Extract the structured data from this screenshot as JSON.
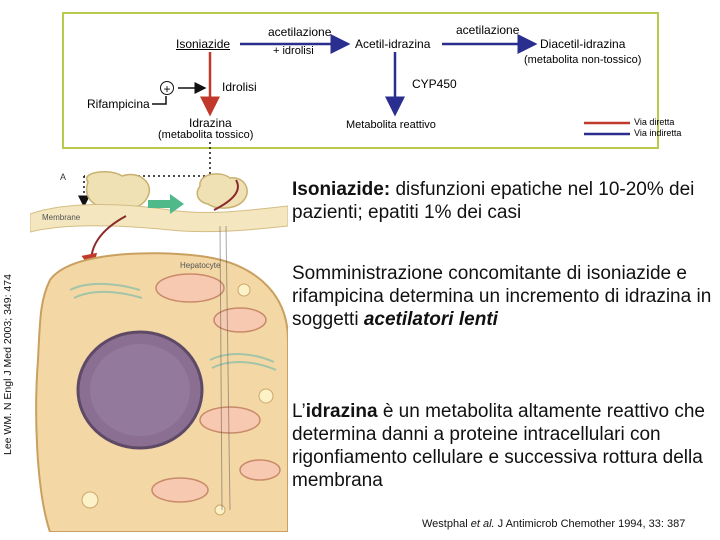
{
  "diagram": {
    "isoniazide": "Isoniazide",
    "acetilazione_1": "acetilazione",
    "idrolisi_top": "+ idrolisi",
    "acetil_idrazina": "Acetil-idrazina",
    "acetilazione_2": "acetilazione",
    "diacetil_idrazina": "Diacetil-idrazina",
    "metabolita_non_tossico": "(metabolita non-tossico)",
    "plus_sign": "+",
    "idrolisi_left": "Idrolisi",
    "cyp450": "CYP450",
    "rifampicina": "Rifampicina",
    "idrazina": "Idrazina",
    "metabolita_tossico": "(metabolita tossico)",
    "metabolita_reattivo": "Metabolita reattivo",
    "legend": {
      "via_diretta": "Via diretta",
      "via_indiretta": "Via indiretta",
      "via_diretta_color": "#c0392b",
      "via_indiretta_color": "#2a2f8f"
    }
  },
  "illustration": {
    "label_a": "A",
    "label_membrane": "Membrane",
    "label_hepatocyte": "Hepatocyte",
    "membrane_color": "#e9d9a8",
    "cytoplasm_color": "#f3d8a6",
    "nucleus_color": "#8a6f92"
  },
  "citation_vertical": "Lee WM. N Engl J Med 2003; 349: 474",
  "paragraphs": {
    "p1_bold": "Isoniazide:",
    "p1_rest": " disfunzioni epatiche nel 10-20% dei pazienti; epatiti 1% dei casi",
    "p2_text": "Somministrazione concomitante di isoniazide e rifampicina determina un incremento di idrazina in soggetti ",
    "p2_emph": "acetilatori lenti",
    "p3_start": "L’",
    "p3_bold": "idrazina",
    "p3_rest": " è un metabolita altamente reattivo che determina danni a proteine intracellulari con rigonfiamento cellulare e successiva rottura della membrana"
  },
  "footer": {
    "authors": "Westphal ",
    "etal": "et al.",
    "journal": " J Antimicrob Chemother 1994, 33: 387"
  }
}
